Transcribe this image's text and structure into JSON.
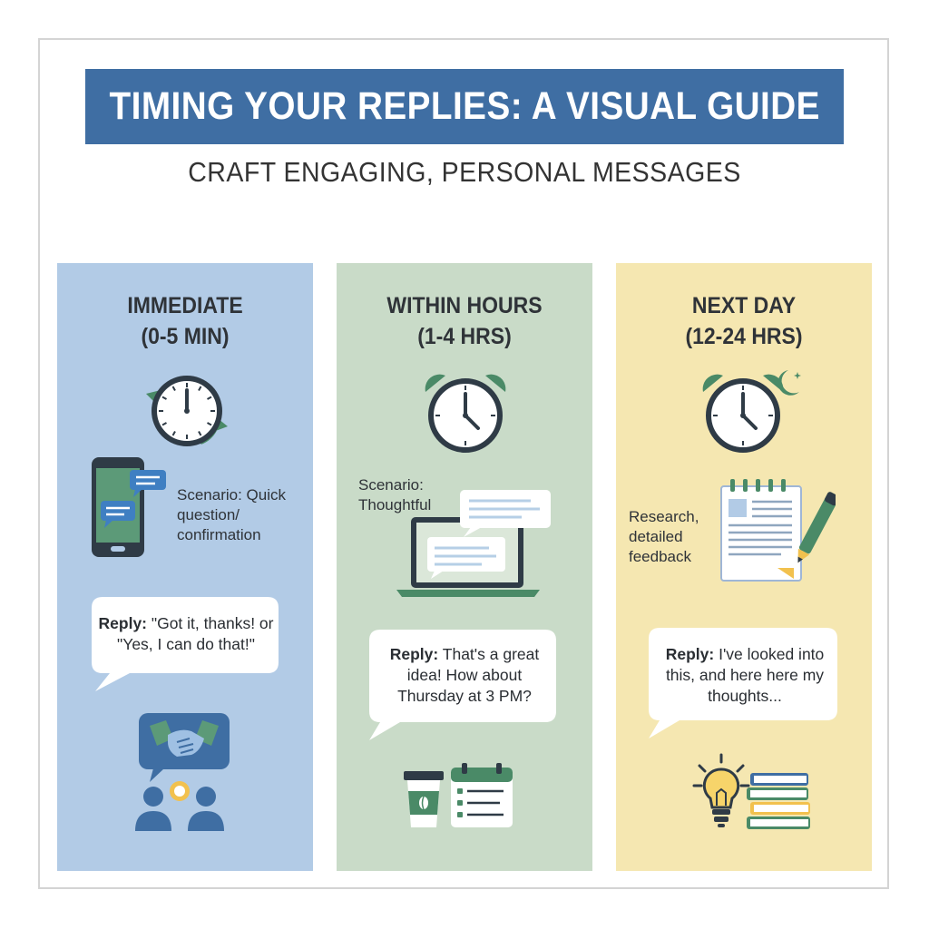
{
  "title": "TIMING YOUR REPLIES: A VISUAL GUIDE",
  "subtitle": "CRAFT ENGAGING, PERSONAL MESSAGES",
  "colors": {
    "banner": "#3f6ea3",
    "immediate_bg": "#b2cbe6",
    "hours_bg": "#c9dbc8",
    "nextday_bg": "#f5e7b1",
    "accent_green": "#4a8a67",
    "icon_dark": "#2f3b46"
  },
  "columns": [
    {
      "heading_line1": "IMMEDIATE",
      "heading_line2": "(0-5 MIN)",
      "scenario": "Scenario: Quick question/ confirmation",
      "reply_label": "Reply:",
      "reply_text": "\"Got it, thanks! or \"Yes, I can do that!\"",
      "icons": [
        "clock-arrows-icon",
        "phone-chat-icon",
        "handshake-chat-icon",
        "people-icon"
      ]
    },
    {
      "heading_line1": "WITHIN HOURS",
      "heading_line2": "(1-4 HRS)",
      "scenario": "Scenario: Thoughtful",
      "reply_label": "Reply:",
      "reply_text": "That's a great idea! How about Thursday at 3 PM?",
      "icons": [
        "alarm-clock-icon",
        "laptop-chat-icon",
        "coffee-cup-icon",
        "calendar-icon"
      ]
    },
    {
      "heading_line1": "NEXT DAY",
      "heading_line2": "(12-24 HRS)",
      "scenario": "Research, detailed feedback",
      "reply_label": "Reply:",
      "reply_text": "I've looked into this, and here here my thoughts...",
      "icons": [
        "alarm-clock-moon-icon",
        "notepad-pen-icon",
        "lightbulb-icon",
        "books-icon"
      ]
    }
  ]
}
